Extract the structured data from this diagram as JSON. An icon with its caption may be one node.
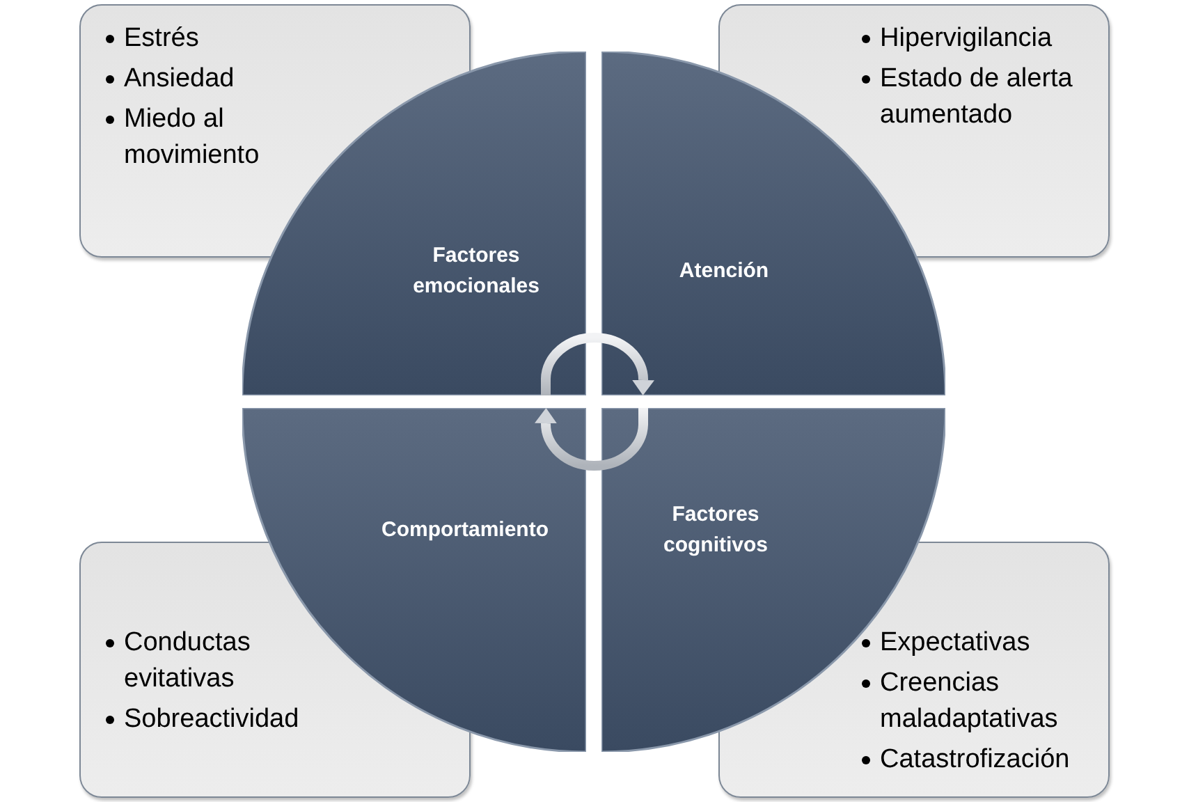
{
  "diagram": {
    "nodes": [
      {
        "text": [
          "Estrés",
          "Ansiedad",
          "Miedo al movimiento"
        ]
      },
      {
        "text": [
          "Hipervigilancia",
          "Estado de alerta aumentado"
        ]
      },
      {
        "text": [
          "Factores emocionales"
        ]
      },
      {
        "text": [
          "Atención"
        ]
      },
      {
        "text": [
          "Comportamiento"
        ]
      },
      {
        "text": [
          "Factores cognitivos"
        ]
      },
      {
        "text": [
          "Conductas evitativas",
          "Sobreactividad"
        ]
      },
      {
        "text": [
          "Expectativas",
          "Creencias maladaptativas",
          "Catastrofización"
        ]
      }
    ],
    "edges": [
      {
        "from": 2,
        "to": 3,
        "arrow": "to"
      },
      {
        "from": 5,
        "to": 4,
        "arrow": "to"
      }
    ]
  }
}
